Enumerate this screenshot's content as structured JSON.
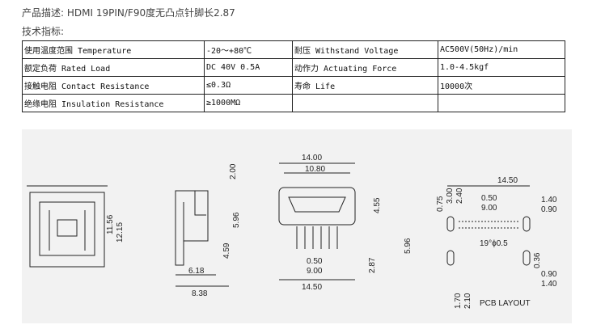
{
  "description": {
    "label": "产品描述:",
    "text": "HDMI 19PIN/F90度无凸点针脚长2.87"
  },
  "specs_label": "技术指标:",
  "specs": [
    [
      "使用温度范围 Temperature",
      "-20～+80℃",
      "耐压 Withstand Voltage",
      "AC500V(50Hz)/min"
    ],
    [
      "额定负荷 Rated Load",
      "DC 40V 0.5A",
      "动作力 Actuating Force",
      "1.0-4.5kgf"
    ],
    [
      "接触电阻 Contact Resistance",
      "≤0.3Ω",
      "寿命 Life",
      "10000次"
    ],
    [
      "绝缘电阻 Insulation Resistance",
      "≥1000MΩ",
      "",
      ""
    ]
  ],
  "drawing": {
    "front": {
      "d1": "11.56",
      "d2": "12.15"
    },
    "side": {
      "d1": "2.00",
      "d2": "5.96",
      "d3": "4.59",
      "d4": "6.18",
      "d5": "8.38"
    },
    "plug": {
      "d1": "14.00",
      "d2": "10.80",
      "d3": "4.55",
      "d4": "0.50",
      "d5": "9.00",
      "d6": "14.50",
      "d7": "2.87"
    },
    "pcb": {
      "w": "14.50",
      "v1": "0.75",
      "v2": "3.00",
      "v3": "2.40",
      "h1": "0.50",
      "h2": "9.00",
      "r1": "1.40",
      "r2": "0.90",
      "left": "5.96",
      "holes": "19°ϕ0.5",
      "r3": "0.36",
      "r4": "0.90",
      "r5": "1.40",
      "b1": "1.70",
      "b2": "2.10",
      "label": "PCB LAYOUT"
    }
  }
}
